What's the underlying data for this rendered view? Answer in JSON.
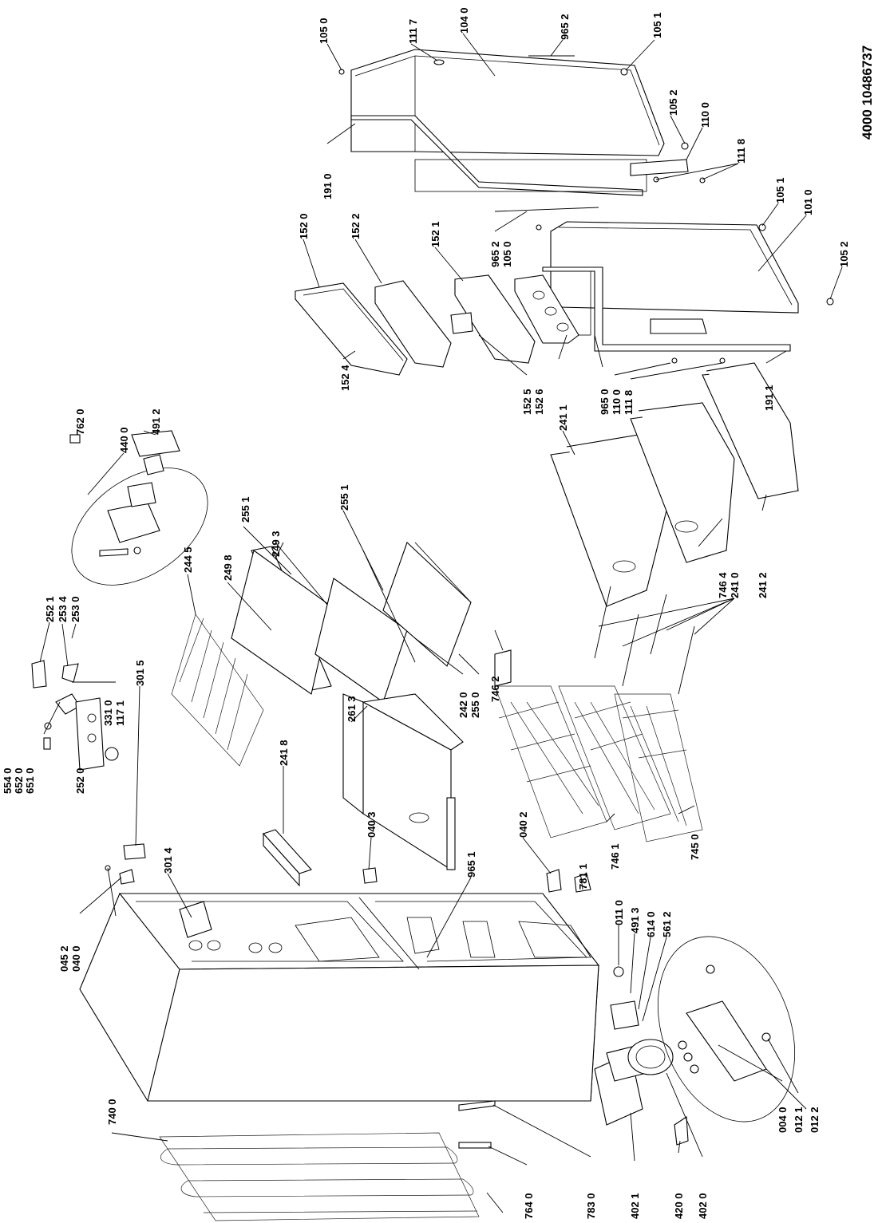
{
  "document_number": "4000 10486737",
  "labels": {
    "p1050a": "105 0",
    "p1117": "111 7",
    "p1040": "104 0",
    "p9652a": "965 2",
    "p1051a": "105 1",
    "p1052a": "105 2",
    "p1100a": "110 0",
    "p1118a": "111 8",
    "p1910": "191 0",
    "p1051b": "105 1",
    "p1010": "101 0",
    "p9652b": "965 2",
    "p1050b": "105 0",
    "p1052b": "105 2",
    "p1520": "152 0",
    "p1522": "152 2",
    "p1521": "152 1",
    "p1524": "152 4",
    "p1525": "152 5",
    "p1526": "152 6",
    "p2411": "241 1",
    "p9650": "965 0",
    "p1100b": "110 0",
    "p1118b": "111 8",
    "p1911": "191 1",
    "p4400": "440 0",
    "p7620": "762 0",
    "p4912": "491 2",
    "p2551a": "255 1",
    "p2493": "249 3",
    "p2551b": "255 1",
    "p2445": "244 5",
    "p2498": "249 8",
    "p2521": "252 1",
    "p2534": "253 4",
    "p2530": "253 0",
    "p1171": "117 1",
    "p5540": "554 0",
    "p6520": "652 0",
    "p6510": "651 0",
    "p2520": "252 0",
    "p3310": "331 0",
    "p2613": "261 3",
    "p2420": "242 0",
    "p2550": "255 0",
    "p7462": "746 2",
    "p7464": "746 4",
    "p2410": "241 0",
    "p2412": "241 2",
    "p3015": "301 5",
    "p2418": "241 8",
    "p0403": "040 3",
    "p9651": "965 1",
    "p0402": "040 2",
    "p7811": "781 1",
    "p7461": "746 1",
    "p7450": "745 0",
    "p0452": "045 2",
    "p0400": "040 0",
    "p3014": "301 4",
    "p0110": "011 0",
    "p4913": "491 3",
    "p6140": "614 0",
    "p5612": "561 2",
    "p0040": "004 0",
    "p0121": "012 1",
    "p0122": "012 2",
    "p7400": "740 0",
    "p7640": "764 0",
    "p7830": "783 0",
    "p4021": "402 1",
    "p4200": "420 0",
    "p4020": "402 0"
  }
}
